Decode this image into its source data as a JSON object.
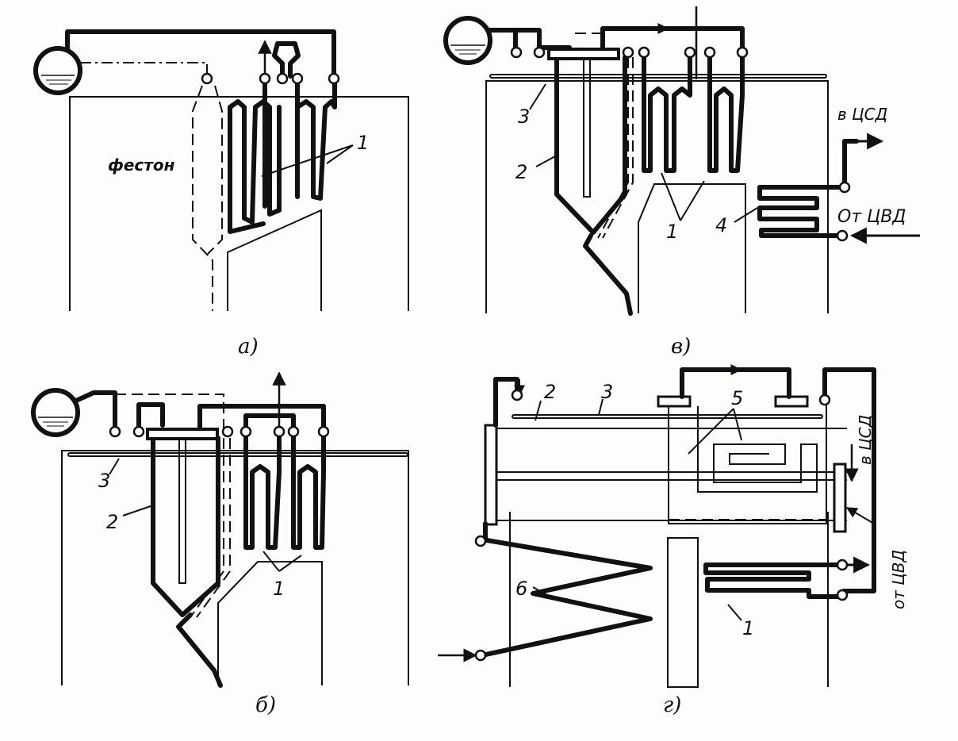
{
  "panels": {
    "a": {
      "caption": "а)",
      "labels": {
        "festoon": "фестон",
        "item1": "1"
      }
    },
    "b": {
      "caption": "б)",
      "labels": {
        "item1": "1",
        "item2": "2",
        "item3": "3"
      }
    },
    "v": {
      "caption": "в)",
      "labels": {
        "item1": "1",
        "item2": "2",
        "item3": "3",
        "item4": "4",
        "to_csd": "в ЦСД",
        "from_cvd": "От ЦВД"
      }
    },
    "g": {
      "caption": "г)",
      "labels": {
        "item1": "1",
        "item2": "2",
        "item3": "3",
        "item5": "5",
        "item6": "6",
        "to_csd": "в ЦСД",
        "from_cvd": "от ЦВД"
      }
    }
  },
  "colors": {
    "ink": "#111111",
    "paper": "#fdfdfb"
  }
}
